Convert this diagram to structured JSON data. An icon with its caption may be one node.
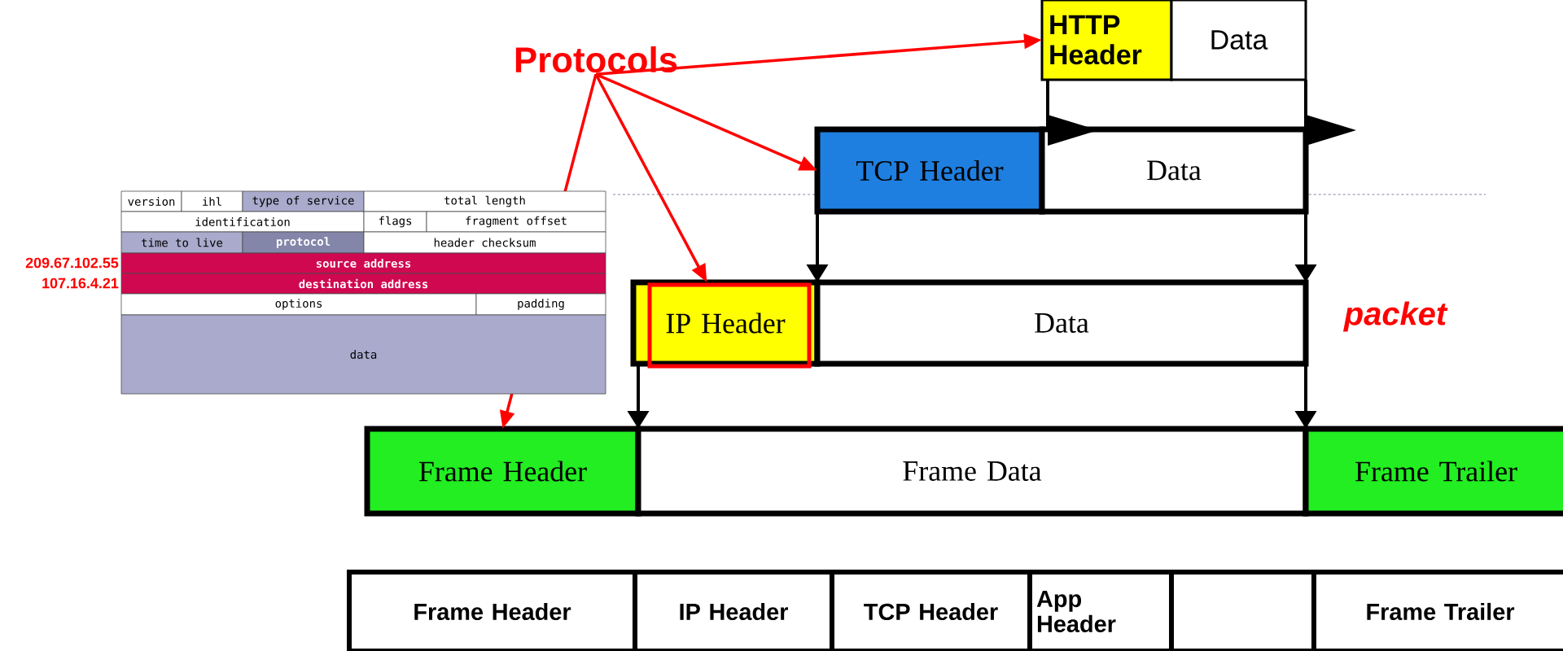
{
  "diagram": {
    "nodes": [
      {
        "text": [
          "Protocols"
        ]
      },
      {
        "text": [
          "HTTP Header"
        ]
      },
      {
        "text": [
          "Data"
        ]
      },
      {
        "text": [
          "TCP Header"
        ]
      },
      {
        "text": [
          "Data"
        ]
      },
      {
        "text": [
          "IP Header"
        ]
      },
      {
        "text": [
          "Data"
        ]
      },
      {
        "text": [
          "Frame Header"
        ]
      },
      {
        "text": [
          "Frame Data"
        ]
      },
      {
        "text": [
          "Frame Trailer"
        ]
      },
      {
        "text": [
          "Frame Header"
        ]
      },
      {
        "text": [
          "IP Header"
        ]
      },
      {
        "text": [
          "TCP Header"
        ]
      },
      {
        "text": [
          "App Header"
        ]
      },
      {
        "text": [],
        "shape": "box"
      },
      {
        "text": [
          "Frame Trailer"
        ]
      }
    ],
    "edges": [
      {
        "from": 0,
        "to": 1,
        "arrow": "to",
        "color": "#ff0000"
      },
      {
        "from": 0,
        "to": 3,
        "arrow": "to",
        "color": "#ff0000"
      },
      {
        "from": 0,
        "to": 5,
        "arrow": "to",
        "color": "#ff0000"
      },
      {
        "from": 0,
        "to": 7,
        "arrow": "to",
        "color": "#ff0000"
      },
      {
        "from": 1,
        "to": 4,
        "arrow": "to"
      },
      {
        "from": 2,
        "to": 4,
        "arrow": "to"
      },
      {
        "from": 3,
        "to": 6,
        "arrow": "to"
      },
      {
        "from": 4,
        "to": 6,
        "arrow": "to"
      },
      {
        "from": 5,
        "to": 8,
        "arrow": "to"
      },
      {
        "from": 6,
        "to": 8,
        "arrow": "to"
      }
    ],
    "labels": [
      "version",
      "ihl",
      "type of service",
      "total length",
      "identification",
      "flags",
      "fragment offset",
      "time to live",
      "protocol",
      "header checksum",
      "209.67.102.55",
      "source address",
      "107.16.4.21",
      "destination address",
      "options",
      "padding",
      "data",
      "packet"
    ]
  }
}
